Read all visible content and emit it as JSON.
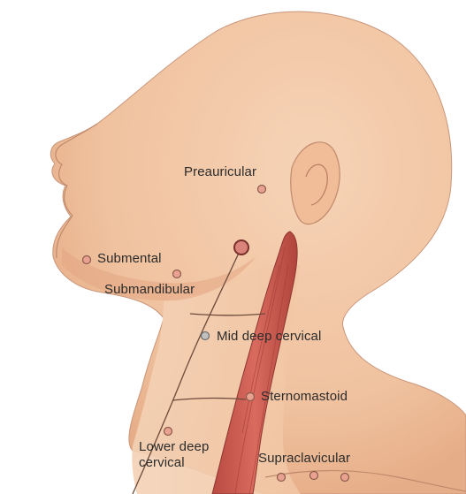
{
  "diagram": {
    "labels": {
      "preauricular": "Preauricular",
      "submental": "Submental",
      "submandibular": "Submandibular",
      "middeep": "Mid deep cervical",
      "sternomastoid": "Sternomastoid",
      "lowerdeep_line1": "Lower deep",
      "lowerdeep_line2": "cervical",
      "supraclavicular": "Supraclavicular"
    },
    "colors": {
      "skin": "#f3c9a8",
      "skin_shadow": "#e8ad88",
      "muscle": "#c9574d",
      "muscle_dark": "#9f3a33",
      "node": "#c46a5f",
      "node_fill": "#e9a291",
      "outline": "#6d4a3a",
      "text": "#2b2b2b"
    }
  }
}
